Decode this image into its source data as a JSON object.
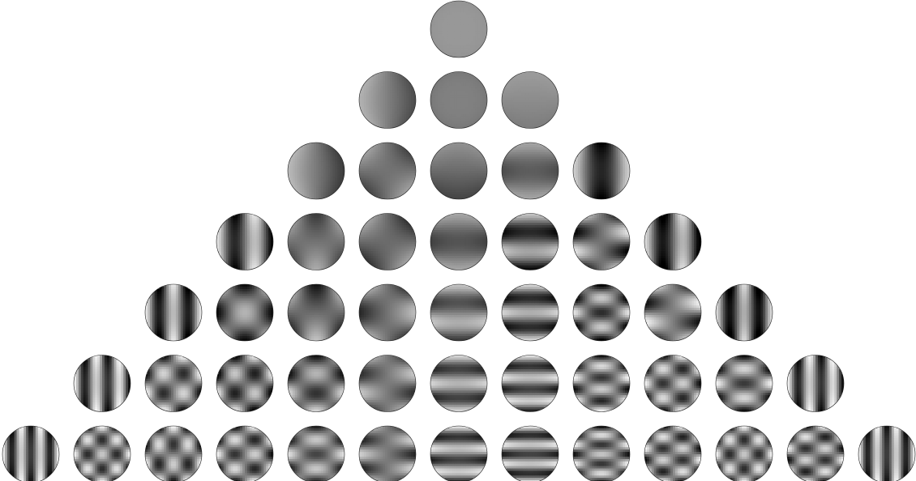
{
  "rows": [
    {
      "n": 0,
      "modes": [
        {
          "m": 0,
          "fx": 0,
          "fy": 0,
          "level": 0.58,
          "contrast": 0.06
        }
      ]
    },
    {
      "n": 1,
      "modes": [
        {
          "m": -1,
          "fx": 1,
          "fy": 0,
          "level": 0.5,
          "contrast": 0.4
        },
        {
          "m": 0,
          "fx": 0,
          "fy": 0,
          "level": 0.47,
          "contrast": 0.12
        },
        {
          "m": 1,
          "fx": 0,
          "fy": 1,
          "level": 0.55,
          "contrast": 0.12
        }
      ]
    },
    {
      "n": 2,
      "modes": [
        {
          "m": -2,
          "fx": 1,
          "fy": 0,
          "level": 0.48,
          "contrast": 0.5
        },
        {
          "m": -1,
          "fx": 1,
          "fy": 1,
          "level": 0.45,
          "contrast": 0.45
        },
        {
          "m": 0,
          "fx": 0,
          "fy": 1,
          "level": 0.42,
          "contrast": 0.3
        },
        {
          "m": 1,
          "fx": 0,
          "fy": 2,
          "level": 0.47,
          "contrast": 0.35
        },
        {
          "m": 2,
          "fx": 2,
          "fy": 0,
          "level": 0.4,
          "contrast": 0.85
        }
      ]
    },
    {
      "n": 3,
      "modes": [
        {
          "m": -3,
          "fx": 3,
          "fy": 0,
          "level": 0.45,
          "contrast": 0.9
        },
        {
          "m": -2,
          "fx": 2,
          "fy": 1,
          "level": 0.45,
          "contrast": 0.45
        },
        {
          "m": -1,
          "fx": 1,
          "fy": 1,
          "level": 0.42,
          "contrast": 0.55
        },
        {
          "m": 0,
          "fx": 0,
          "fy": 2,
          "level": 0.45,
          "contrast": 0.4
        },
        {
          "m": 1,
          "fx": 0,
          "fy": 3,
          "level": 0.4,
          "contrast": 0.75
        },
        {
          "m": 2,
          "fx": 1,
          "fy": 3,
          "level": 0.45,
          "contrast": 0.9
        },
        {
          "m": 3,
          "fx": 3,
          "fy": 0,
          "level": 0.4,
          "contrast": 0.95
        }
      ]
    },
    {
      "n": 4,
      "modes": [
        {
          "m": -4,
          "fx": 4,
          "fy": 0,
          "level": 0.45,
          "contrast": 0.95
        },
        {
          "m": -3,
          "fx": 2,
          "fy": 2,
          "level": 0.45,
          "contrast": 0.85
        },
        {
          "m": -2,
          "fx": 2,
          "fy": 1,
          "level": 0.42,
          "contrast": 0.7
        },
        {
          "m": -1,
          "fx": 1,
          "fy": 2,
          "level": 0.45,
          "contrast": 0.6
        },
        {
          "m": 0,
          "fx": 0,
          "fy": 3,
          "level": 0.5,
          "contrast": 0.55
        },
        {
          "m": 1,
          "fx": 0,
          "fy": 4,
          "level": 0.45,
          "contrast": 0.8
        },
        {
          "m": 2,
          "fx": 2,
          "fy": 4,
          "level": 0.45,
          "contrast": 0.95
        },
        {
          "m": 3,
          "fx": 1,
          "fy": 3,
          "level": 0.5,
          "contrast": 0.9
        },
        {
          "m": 4,
          "fx": 4,
          "fy": 0,
          "level": 0.4,
          "contrast": 0.95
        }
      ]
    },
    {
      "n": 5,
      "modes": [
        {
          "m": -5,
          "fx": 5,
          "fy": 0,
          "level": 0.5,
          "contrast": 0.95
        },
        {
          "m": -4,
          "fx": 3,
          "fy": 3,
          "level": 0.5,
          "contrast": 0.95
        },
        {
          "m": -3,
          "fx": 3,
          "fy": 3,
          "level": 0.45,
          "contrast": 0.95
        },
        {
          "m": -2,
          "fx": 2,
          "fy": 3,
          "level": 0.45,
          "contrast": 0.8
        },
        {
          "m": -1,
          "fx": 1,
          "fy": 3,
          "level": 0.48,
          "contrast": 0.6
        },
        {
          "m": 0,
          "fx": 0,
          "fy": 4,
          "level": 0.5,
          "contrast": 0.7
        },
        {
          "m": 1,
          "fx": 0,
          "fy": 5,
          "level": 0.5,
          "contrast": 0.8
        },
        {
          "m": 2,
          "fx": 2,
          "fy": 5,
          "level": 0.5,
          "contrast": 0.95
        },
        {
          "m": 3,
          "fx": 3,
          "fy": 4,
          "level": 0.5,
          "contrast": 0.95
        },
        {
          "m": 4,
          "fx": 2,
          "fy": 4,
          "level": 0.5,
          "contrast": 0.95
        },
        {
          "m": 5,
          "fx": 5,
          "fy": 0,
          "level": 0.5,
          "contrast": 0.95
        }
      ]
    },
    {
      "n": 6,
      "modes": [
        {
          "m": -6,
          "fx": 6,
          "fy": 0,
          "level": 0.5,
          "contrast": 0.95
        },
        {
          "m": -5,
          "fx": 4,
          "fy": 4,
          "level": 0.5,
          "contrast": 0.95
        },
        {
          "m": -4,
          "fx": 4,
          "fy": 3,
          "level": 0.5,
          "contrast": 0.95
        },
        {
          "m": -3,
          "fx": 3,
          "fy": 4,
          "level": 0.5,
          "contrast": 0.95
        },
        {
          "m": -2,
          "fx": 2,
          "fy": 4,
          "level": 0.5,
          "contrast": 0.8
        },
        {
          "m": -1,
          "fx": 1,
          "fy": 4,
          "level": 0.48,
          "contrast": 0.7
        },
        {
          "m": 0,
          "fx": 0,
          "fy": 5,
          "level": 0.5,
          "contrast": 0.8
        },
        {
          "m": 1,
          "fx": 0,
          "fy": 6,
          "level": 0.5,
          "contrast": 0.85
        },
        {
          "m": 2,
          "fx": 2,
          "fy": 6,
          "level": 0.5,
          "contrast": 0.95
        },
        {
          "m": 3,
          "fx": 3,
          "fy": 5,
          "level": 0.5,
          "contrast": 0.95
        },
        {
          "m": 4,
          "fx": 4,
          "fy": 4,
          "level": 0.5,
          "contrast": 0.95
        },
        {
          "m": 5,
          "fx": 3,
          "fy": 5,
          "level": 0.5,
          "contrast": 0.95
        },
        {
          "m": 6,
          "fx": 6,
          "fy": 0,
          "level": 0.5,
          "contrast": 0.95
        }
      ]
    }
  ]
}
